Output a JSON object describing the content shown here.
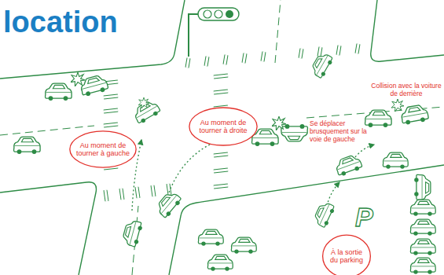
{
  "diagram": {
    "title": "location",
    "nodes": [
      {
        "text": [
          "Au moment de tourner à gauche"
        ]
      },
      {
        "text": [
          "Au moment de tourner à droite"
        ]
      },
      {
        "text": [
          "À la sortie du parking"
        ]
      }
    ],
    "labels": [
      "Collision avec la voiture de derrière",
      "Se déplacer brusquement sur la voie de gauche",
      "P"
    ]
  }
}
